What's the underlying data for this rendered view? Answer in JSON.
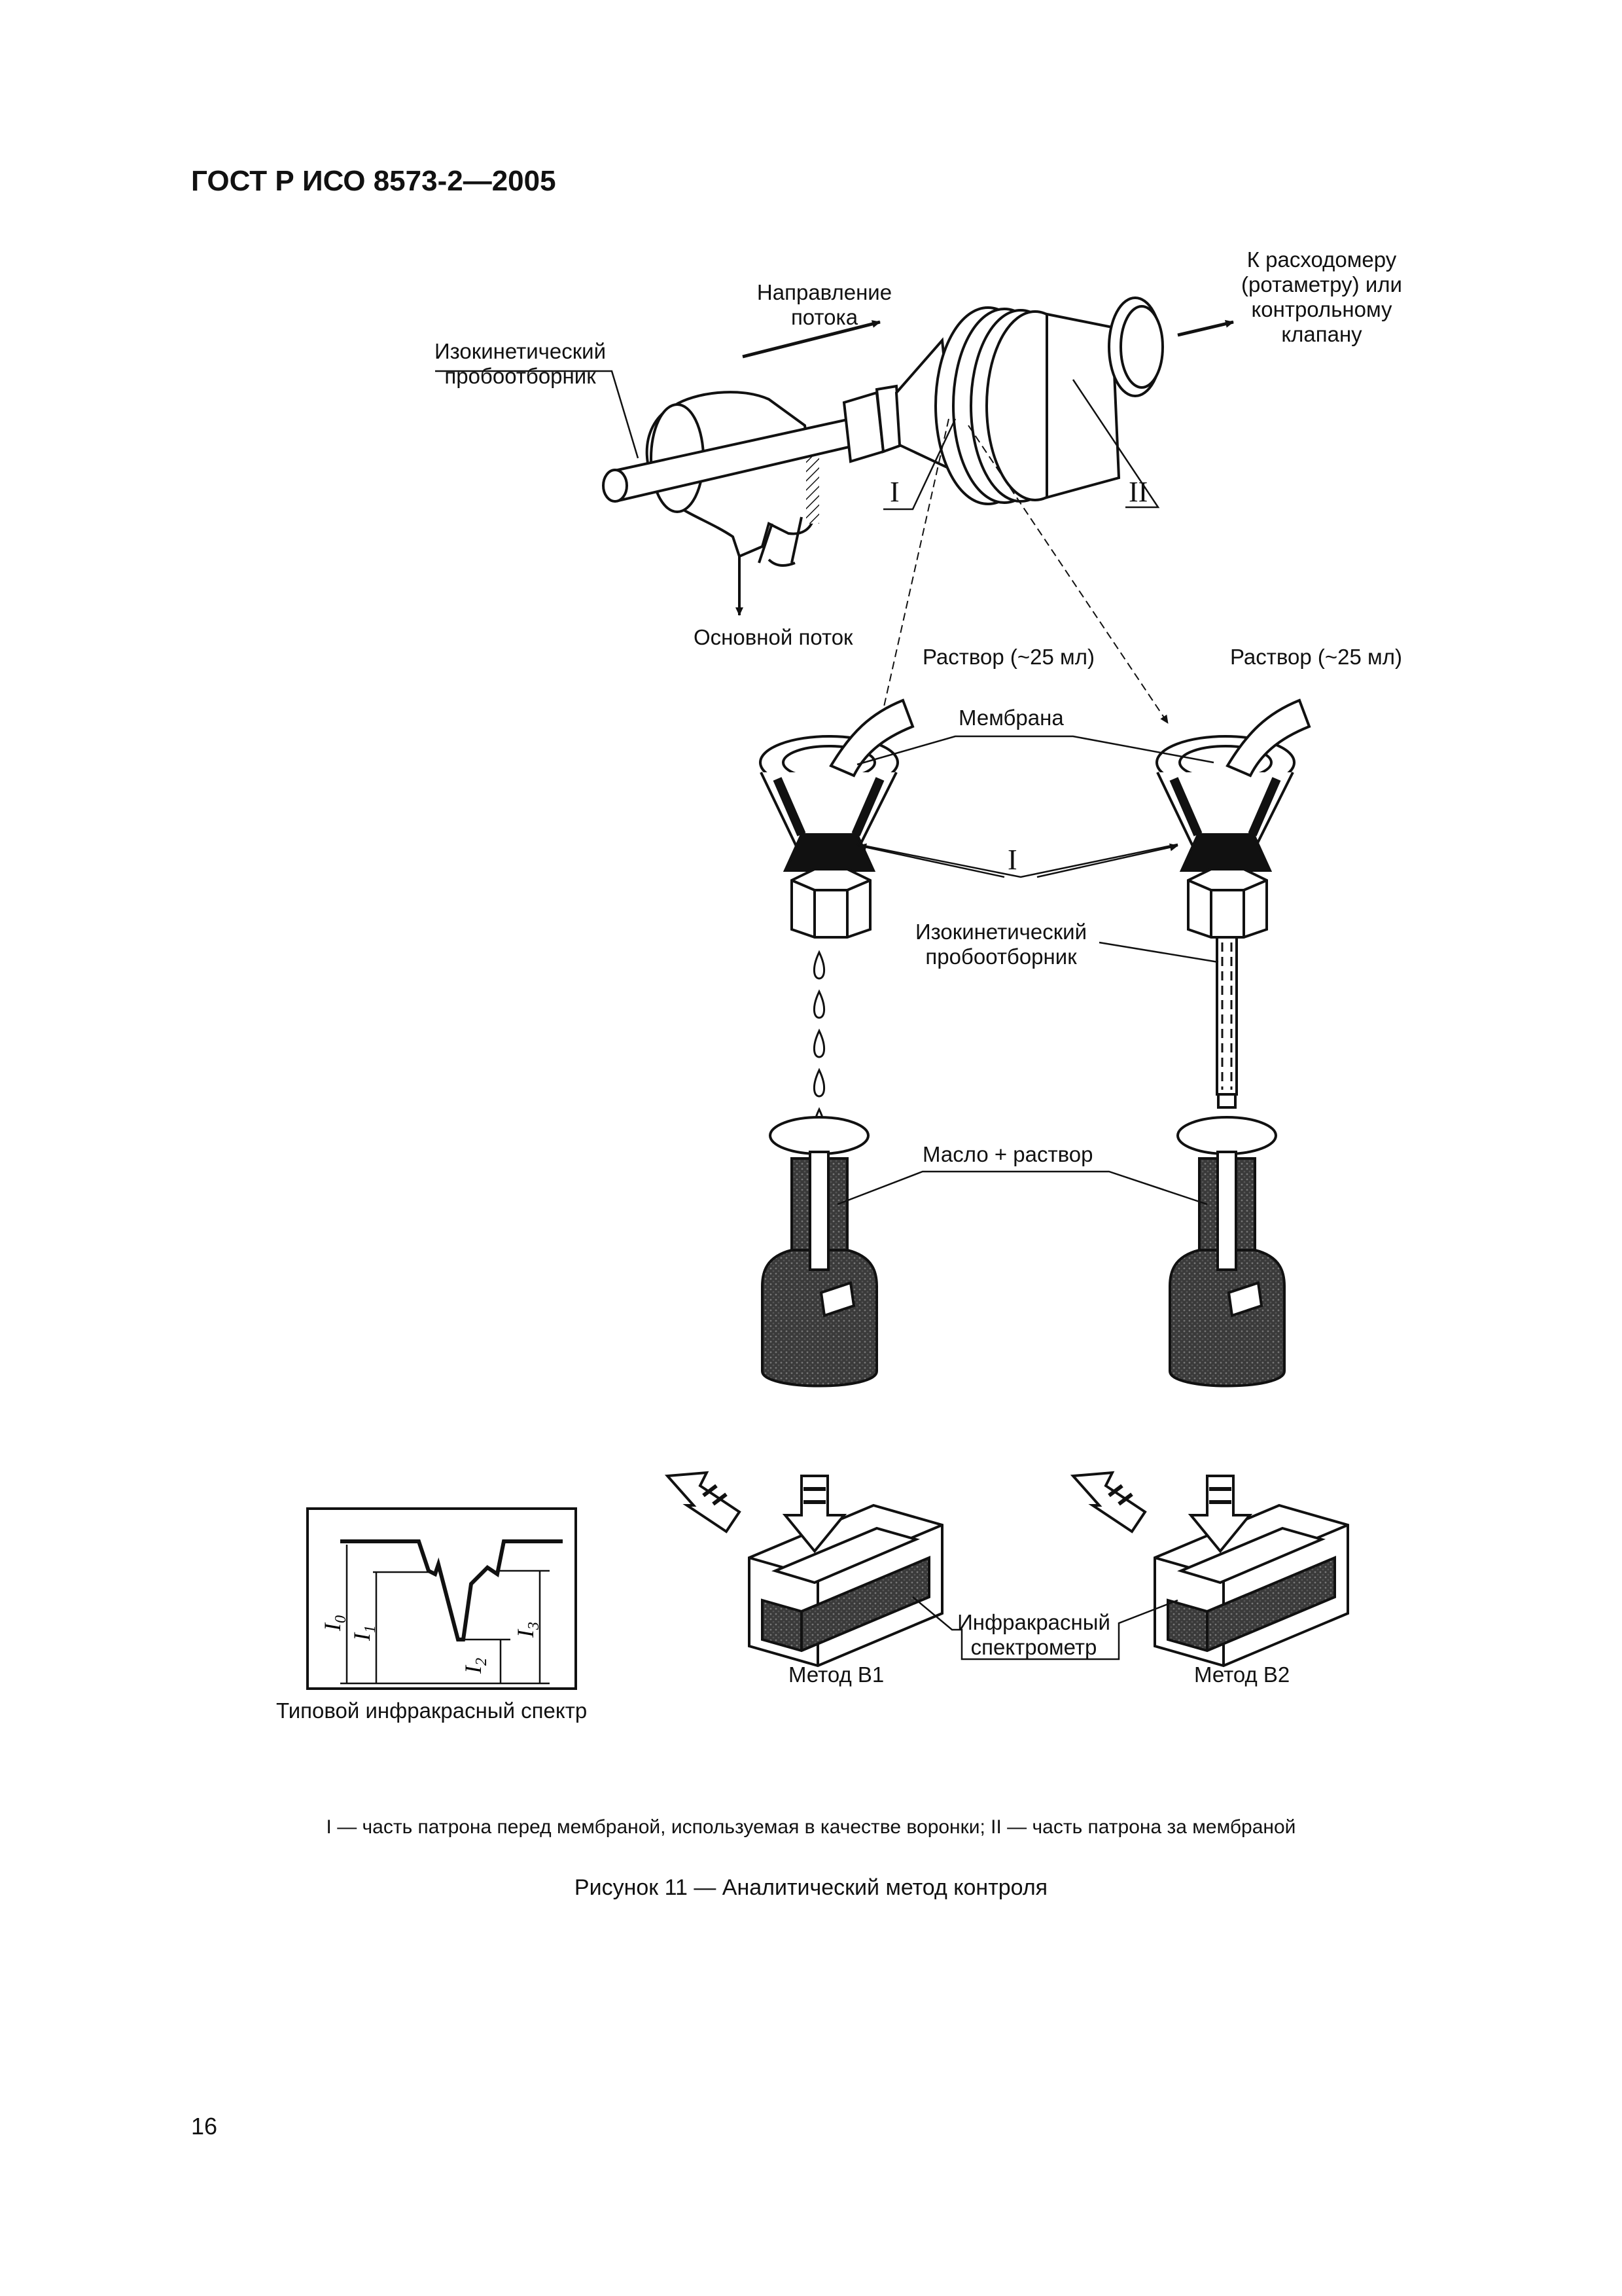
{
  "header": {
    "doc_number": "ГОСТ Р ИСО 8573-2—2005"
  },
  "labels": {
    "flow_direction_1": "Направление",
    "flow_direction_2": "потока",
    "to_meter_1": "К расходомеру",
    "to_meter_2": "(ротаметру) или",
    "to_meter_3": "контрольному",
    "to_meter_4": "клапану",
    "isokinetic_probe_top_1": "Изокинетический",
    "isokinetic_probe_top_2": "пробоотборник",
    "main_flow": "Основной поток",
    "roman_one": "I",
    "roman_two": "II",
    "solution_left": "Раствор (~25 мл)",
    "solution_right": "Раствор (~25 мл)",
    "membrane": "Мембрана",
    "roman_one_mid": "I",
    "isokinetic_probe_mid_1": "Изокинетический",
    "isokinetic_probe_mid_2": "пробоотборник",
    "oil_solution": "Масло + раствор",
    "ir_spectrometer_1": "Инфракрасный",
    "ir_spectrometer_2": "спектрометр",
    "method_b1": "Метод В1",
    "method_b2": "Метод В2",
    "typical_spectrum": "Типовой инфракрасный спектр",
    "spectrum_i0": "I",
    "spectrum_i0_sub": "0",
    "spectrum_i1": "I",
    "spectrum_i1_sub": "1",
    "spectrum_i2": "I",
    "spectrum_i2_sub": "2",
    "spectrum_i3": "I",
    "spectrum_i3_sub": "3"
  },
  "legend": "I — часть патрона перед мембраной, используемая в качестве воронки; II — часть патрона за мембраной",
  "caption": "Рисунок 11 — Аналитический метод контроля",
  "page_number": "16"
}
